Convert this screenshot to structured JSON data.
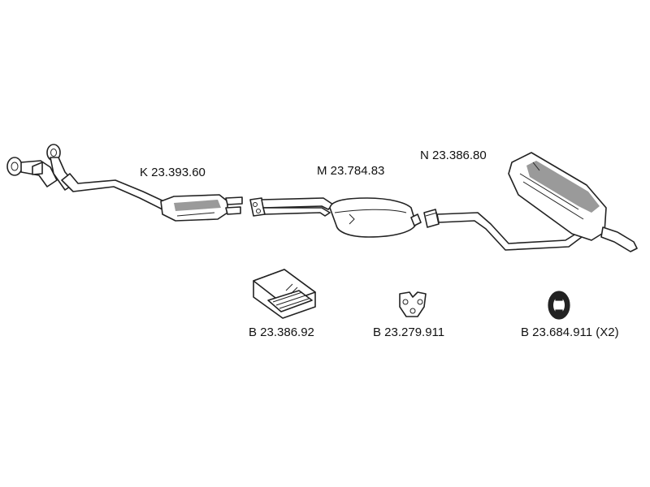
{
  "parts": [
    {
      "id": "catalytic-section",
      "code": "K 23.393.60"
    },
    {
      "id": "middle-silencer",
      "code": "M 23.784.83"
    },
    {
      "id": "rear-silencer",
      "code": "N 23.386.80"
    },
    {
      "id": "mounting-kit",
      "code": "B 23.386.92"
    },
    {
      "id": "rubber-mount",
      "code": "B 23.279.911"
    },
    {
      "id": "rubber-ring-mount",
      "code": "B 23.684.911 (X2)"
    }
  ]
}
